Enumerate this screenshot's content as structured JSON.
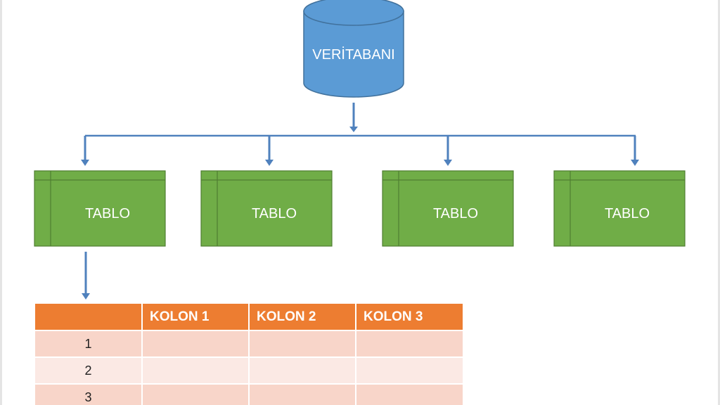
{
  "database": {
    "label": "VERİTABANI",
    "fill": "#5b9bd5",
    "stroke": "#41719c"
  },
  "tables": [
    {
      "label": "TABLO"
    },
    {
      "label": "TABLO"
    },
    {
      "label": "TABLO"
    },
    {
      "label": "TABLO"
    }
  ],
  "table_box_colors": {
    "fill": "#70ad47",
    "stroke": "#507e32"
  },
  "arrow_color": "#4f81bd",
  "grid": {
    "columns": [
      "",
      "KOLON 1",
      "KOLON 2",
      "KOLON 3"
    ],
    "rows": [
      "1",
      "2",
      "3"
    ],
    "header_color": "#ed7d31",
    "row_colors": [
      "#f8d5c9",
      "#fbe9e4"
    ]
  }
}
